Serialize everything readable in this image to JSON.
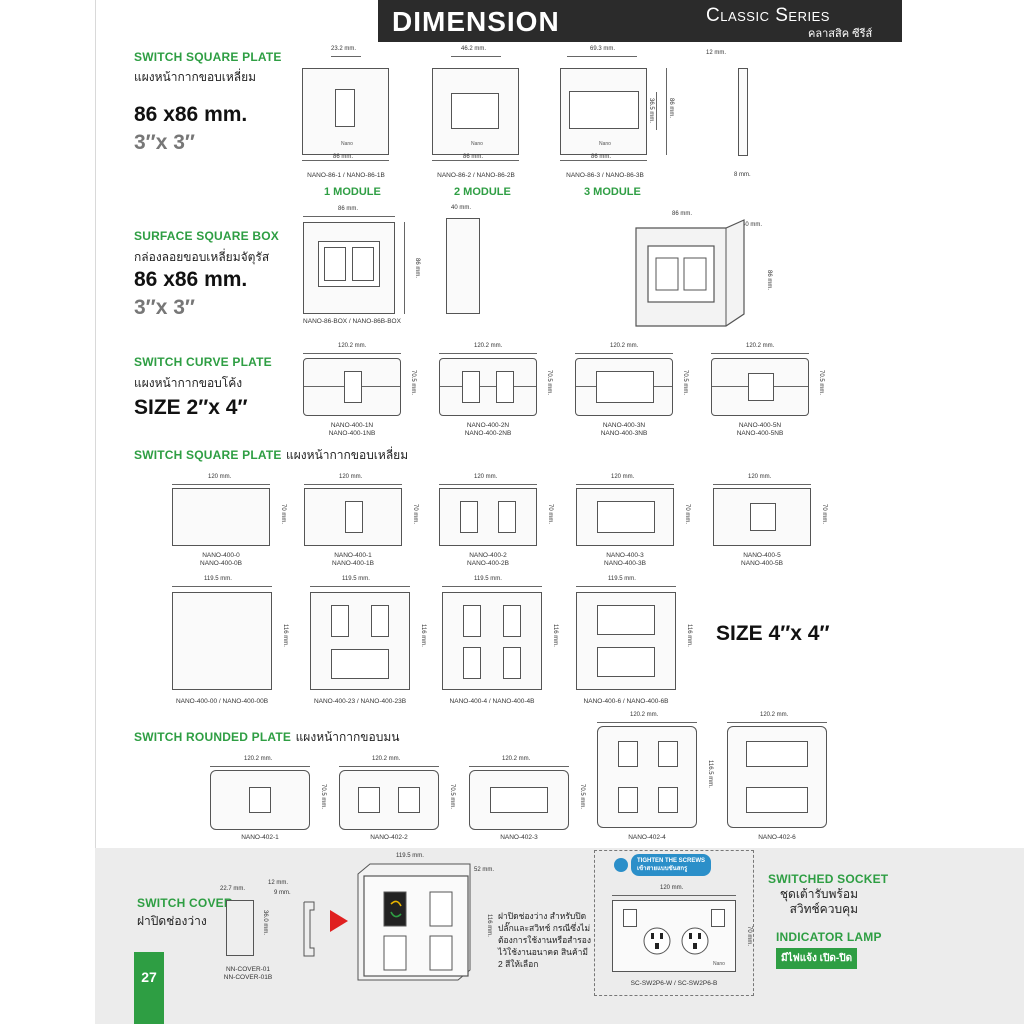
{
  "header": {
    "title": "DIMENSION",
    "series": "Classic Series",
    "series_thai": "คลาสสิค ซีรีส์"
  },
  "page_number": "27",
  "brand": "Nano",
  "sections": {
    "square_plate": {
      "title": "SWITCH SQUARE PLATE",
      "thai": "แผงหน้ากากขอบเหลี่ยม",
      "size_mm": "86 x86 mm.",
      "size_in": "3″x 3″",
      "items": [
        {
          "dim_top": "23.2 mm.",
          "dim_bottom": "86 mm.",
          "code": "NANO-86-1 / NANO-86-1B",
          "module": "1 MODULE"
        },
        {
          "dim_top": "46.2 mm.",
          "dim_bottom": "86 mm.",
          "code": "NANO-86-2 / NANO-86-2B",
          "module": "2 MODULE"
        },
        {
          "dim_top": "69.3 mm.",
          "dim_bottom": "86 mm.",
          "code": "NANO-86-3 / NANO-86-3B",
          "module": "3 MODULE",
          "dim_side1": "36.5 mm.",
          "dim_side2": "86 mm."
        }
      ],
      "side": {
        "top": "12 mm.",
        "bottom": "8 mm."
      }
    },
    "surface_box": {
      "title": "SURFACE SQUARE BOX",
      "thai": "กล่องลอยขอบเหลี่ยมจัตุรัส",
      "size_mm": "86 x86 mm.",
      "size_in": "3″x 3″",
      "front": {
        "dim_top": "86 mm.",
        "dim_side": "86 mm.",
        "code": "NANO-86-BOX / NANO-86B-BOX"
      },
      "side": {
        "dim_top": "40 mm."
      },
      "iso": {
        "dim_top": "86 mm.",
        "dim_depth": "40 mm.",
        "dim_side": "86 mm."
      }
    },
    "curve_plate": {
      "title": "SWITCH CURVE PLATE",
      "thai": "แผงหน้ากากขอบโค้ง",
      "size": "SIZE 2″x 4″",
      "items": [
        {
          "dim_top": "120.2 mm.",
          "dim_side": "70.5 mm.",
          "code1": "NANO-400-1N",
          "code2": "NANO-400-1NB"
        },
        {
          "dim_top": "120.2 mm.",
          "dim_side": "70.5 mm.",
          "code1": "NANO-400-2N",
          "code2": "NANO-400-2NB"
        },
        {
          "dim_top": "120.2 mm.",
          "dim_side": "70.5 mm.",
          "code1": "NANO-400-3N",
          "code2": "NANO-400-3NB"
        },
        {
          "dim_top": "120.2 mm.",
          "dim_side": "70.5 mm.",
          "code1": "NANO-400-5N",
          "code2": "NANO-400-5NB"
        }
      ]
    },
    "square_plate_2x4": {
      "title": "SWITCH SQUARE PLATE",
      "thai": "แผงหน้ากากขอบเหลี่ยม",
      "items": [
        {
          "dim_top": "120 mm.",
          "dim_side": "70 mm.",
          "code1": "NANO-400-0",
          "code2": "NANO-400-0B"
        },
        {
          "dim_top": "120 mm.",
          "dim_side": "70 mm.",
          "code1": "NANO-400-1",
          "code2": "NANO-400-1B"
        },
        {
          "dim_top": "120 mm.",
          "dim_side": "70 mm.",
          "code1": "NANO-400-2",
          "code2": "NANO-400-2B"
        },
        {
          "dim_top": "120 mm.",
          "dim_side": "70 mm.",
          "code1": "NANO-400-3",
          "code2": "NANO-400-3B"
        },
        {
          "dim_top": "120 mm.",
          "dim_side": "70 mm.",
          "code1": "NANO-400-5",
          "code2": "NANO-400-5B"
        }
      ]
    },
    "square_plate_4x4": {
      "size": "SIZE 4″x 4″",
      "items": [
        {
          "dim_top": "119.5 mm.",
          "dim_side": "116 mm.",
          "code": "NANO-400-00 / NANO-400-00B"
        },
        {
          "dim_top": "119.5 mm.",
          "dim_side": "116 mm.",
          "code": "NANO-400-23 / NANO-400-23B"
        },
        {
          "dim_top": "119.5 mm.",
          "dim_side": "116 mm.",
          "code": "NANO-400-4 / NANO-400-4B"
        },
        {
          "dim_top": "119.5 mm.",
          "dim_side": "116 mm.",
          "code": "NANO-400-6 / NANO-400-6B"
        }
      ]
    },
    "rounded_plate": {
      "title": "SWITCH ROUNDED  PLATE",
      "thai": "แผงหน้ากากขอบมน",
      "items": [
        {
          "dim_top": "120.2 mm.",
          "dim_side": "70.5 mm.",
          "code": "NANO-402-1"
        },
        {
          "dim_top": "120.2 mm.",
          "dim_side": "70.5 mm.",
          "code": "NANO-402-2"
        },
        {
          "dim_top": "120.2 mm.",
          "dim_side": "70.5 mm.",
          "code": "NANO-402-3"
        },
        {
          "dim_top": "120.2 mm.",
          "dim_side": "116.5 mm.",
          "code": "NANO-402-4"
        },
        {
          "dim_top": "120.2 mm.",
          "code": "NANO-402-6"
        }
      ]
    },
    "switch_cover": {
      "title": "SWITCH COVER",
      "thai": "ฝาปิดช่องว่าง",
      "dim_w": "22.7 mm.",
      "dim_h": "36.0 mm.",
      "dim_side1": "12 mm.",
      "dim_side2": "9 mm.",
      "code1": "NN-COVER-01",
      "code2": "NN-COVER-01B",
      "demo": {
        "dim_top": "119.5 mm.",
        "dim_depth": "52 mm.",
        "dim_side": "116 mm."
      },
      "note": [
        "ฝาปิดช่องว่าง สำหรับปิด",
        "ปลั๊กและสวิทช์ กรณีซึ่งไม่",
        "ต้องการใช้งานหรือสำรอง",
        "ไว้ใช้งานอนาคต สินค้ามี",
        "2 สีให้เลือก"
      ]
    },
    "socket": {
      "badge1": "TIGHTEN THE SCREWS",
      "badge2": "เข้าสายแบบขันสกรู",
      "dim_top": "120 mm.",
      "dim_side": "70 mm.",
      "code": "SC-SW2P6-W / SC-SW2P6-B",
      "title": "SWITCHED SOCKET",
      "thai1": "ชุดเต้ารับพร้อม",
      "thai2": "สวิทช์ควบคุม",
      "lamp": "INDICATOR LAMP",
      "lamp_thai": "มีไฟแจ้ง เปิด-ปิด"
    }
  }
}
